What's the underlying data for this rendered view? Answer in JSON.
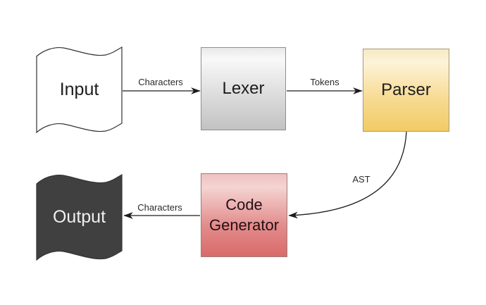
{
  "diagram": {
    "type": "flowchart",
    "background": "#ffffff",
    "nodes": {
      "input": {
        "label": "Input",
        "shape": "wavy-document",
        "fill": "#ffffff",
        "stroke": "#333333",
        "text_color": "#111111"
      },
      "lexer": {
        "label": "Lexer",
        "shape": "rectangle",
        "fill_top": "#f0f0f0",
        "fill_bottom": "#c2c2c2",
        "stroke": "#8d8d8d",
        "text_color": "#1d1d1d"
      },
      "parser": {
        "label": "Parser",
        "shape": "rectangle",
        "fill_top": "#fdf3d8",
        "fill_bottom": "#f2cb66",
        "stroke": "#a89a7c",
        "text_color": "#1d1d1d"
      },
      "code_generator": {
        "label": "Code Generator",
        "shape": "rectangle",
        "fill_top": "#f4d4d2",
        "fill_bottom": "#d96a6a",
        "stroke": "#9b7c7c",
        "text_color": "#241014"
      },
      "output": {
        "label": "Output",
        "shape": "wavy-document",
        "fill": "#404040",
        "stroke": "#333333",
        "text_color": "#efefef"
      }
    },
    "edges": {
      "input_to_lexer": {
        "from": "input",
        "to": "lexer",
        "label": "Characters",
        "style": "straight"
      },
      "lexer_to_parser": {
        "from": "lexer",
        "to": "parser",
        "label": "Tokens",
        "style": "straight"
      },
      "parser_to_codegen": {
        "from": "parser",
        "to": "code_generator",
        "label": "AST",
        "style": "curved"
      },
      "codegen_to_output": {
        "from": "code_generator",
        "to": "output",
        "label": "Characters",
        "style": "straight"
      }
    },
    "arrow_color": "#1c1c1c"
  }
}
